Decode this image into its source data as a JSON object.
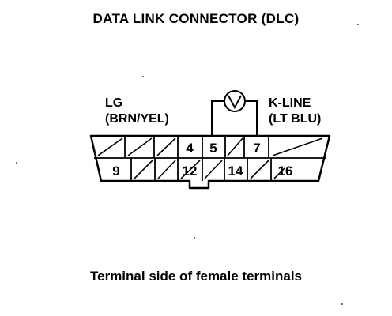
{
  "title": "DATA LINK CONNECTOR (DLC)",
  "labels": {
    "lg": {
      "name": "LG",
      "wire": "(BRN/YEL)"
    },
    "kline": {
      "name": "K-LINE",
      "wire": "(LT BLU)"
    }
  },
  "pins": {
    "top": [
      "",
      "",
      "",
      "4",
      "5",
      "",
      "7",
      ""
    ],
    "bottom": [
      "9",
      "",
      "",
      "12",
      "",
      "14",
      "",
      "16"
    ]
  },
  "caption": "Terminal side of female terminals",
  "colors": {
    "ink": "#000000",
    "background": "#ffffff"
  },
  "icons": {
    "tester": "voltmeter-symbol"
  }
}
